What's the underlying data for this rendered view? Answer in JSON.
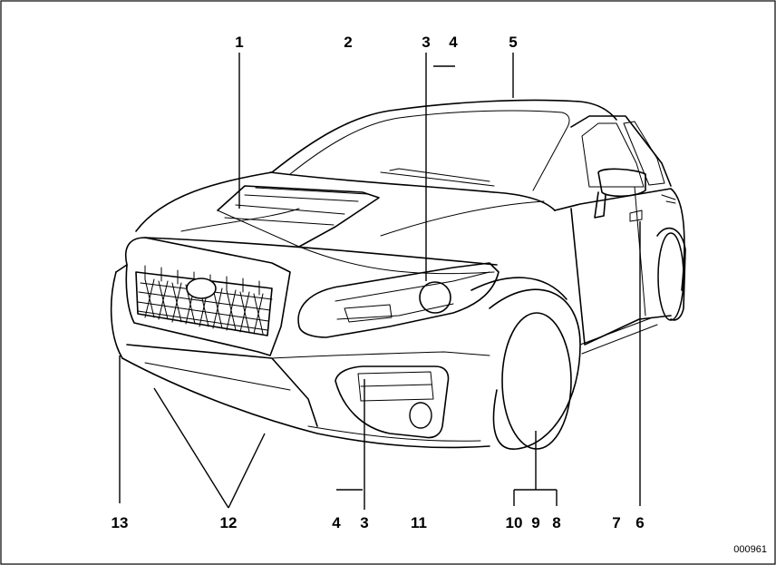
{
  "labels": [
    {
      "id": "1",
      "text": "1"
    },
    {
      "id": "2",
      "text": "2"
    },
    {
      "id": "3-top",
      "text": "3"
    },
    {
      "id": "4-top",
      "text": "4"
    },
    {
      "id": "5",
      "text": "5"
    },
    {
      "id": "13",
      "text": "13"
    },
    {
      "id": "12",
      "text": "12"
    },
    {
      "id": "4-bottom",
      "text": "4"
    },
    {
      "id": "3-bottom",
      "text": "3"
    },
    {
      "id": "11",
      "text": "11"
    },
    {
      "id": "10",
      "text": "10"
    },
    {
      "id": "9",
      "text": "9"
    },
    {
      "id": "8",
      "text": "8"
    },
    {
      "id": "7",
      "text": "7"
    },
    {
      "id": "6",
      "text": "6"
    }
  ],
  "figure_code": "000961"
}
